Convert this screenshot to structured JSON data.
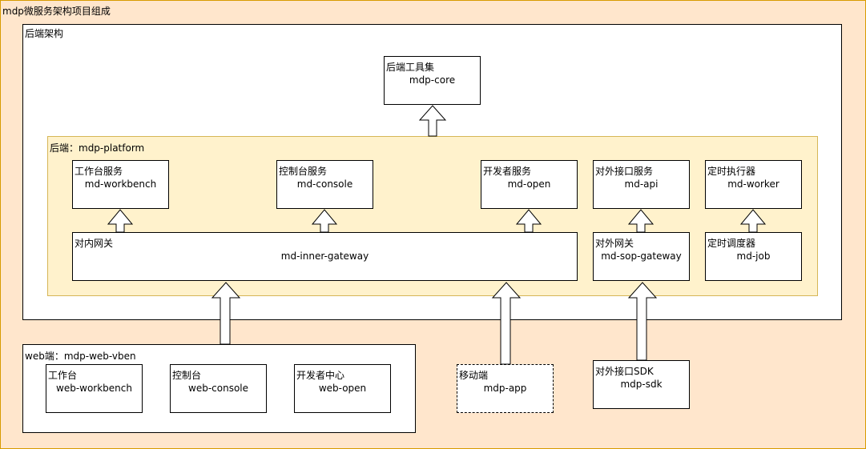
{
  "page_title": "mdp微服务架构项目组成",
  "backend": {
    "title": "后端架构",
    "core": {
      "title": "后端工具集",
      "name": "mdp-core"
    },
    "platform": {
      "title": "后端：mdp-platform",
      "workbench": {
        "title": "工作台服务",
        "name": "md-workbench"
      },
      "console": {
        "title": "控制台服务",
        "name": "md-console"
      },
      "open": {
        "title": "开发者服务",
        "name": "md-open"
      },
      "api": {
        "title": "对外接口服务",
        "name": "md-api"
      },
      "worker": {
        "title": "定时执行器",
        "name": "md-worker"
      },
      "inner_gateway": {
        "title": "对内网关",
        "name": "md-inner-gateway"
      },
      "sop_gateway": {
        "title": "对外网关",
        "name": "md-sop-gateway"
      },
      "job": {
        "title": "定时调度器",
        "name": "md-job"
      }
    }
  },
  "web": {
    "title": "web端：mdp-web-vben",
    "workbench": {
      "title": "工作台",
      "name": "web-workbench"
    },
    "console": {
      "title": "控制台",
      "name": "web-console"
    },
    "open": {
      "title": "开发者中心",
      "name": "web-open"
    }
  },
  "mobile": {
    "title": "移动端",
    "name": "mdp-app"
  },
  "sdk": {
    "title": "对外接口SDK",
    "name": "mdp-sdk"
  }
}
